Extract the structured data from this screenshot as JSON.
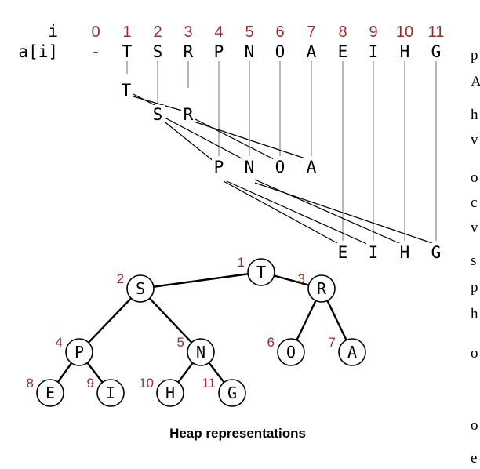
{
  "array": {
    "index_header": "i",
    "value_header": "a[i]",
    "indices": [
      "0",
      "1",
      "2",
      "3",
      "4",
      "5",
      "6",
      "7",
      "8",
      "9",
      "10",
      "11"
    ],
    "values": [
      "-",
      "T",
      "S",
      "R",
      "P",
      "N",
      "O",
      "A",
      "E",
      "I",
      "H",
      "G"
    ]
  },
  "tree_nodes": [
    {
      "index": "1",
      "key": "T"
    },
    {
      "index": "2",
      "key": "S"
    },
    {
      "index": "3",
      "key": "R"
    },
    {
      "index": "4",
      "key": "P"
    },
    {
      "index": "5",
      "key": "N"
    },
    {
      "index": "6",
      "key": "O"
    },
    {
      "index": "7",
      "key": "A"
    },
    {
      "index": "8",
      "key": "E"
    },
    {
      "index": "9",
      "key": "I"
    },
    {
      "index": "10",
      "key": "H"
    },
    {
      "index": "11",
      "key": "G"
    }
  ],
  "caption": "Heap representations",
  "margin_fragments": [
    "p",
    "A",
    "h",
    "v",
    "o",
    "c",
    "v",
    "s",
    "p",
    "h",
    "o",
    "o",
    "e"
  ],
  "colors": {
    "index": "#9b2d2a",
    "ink": "#000000",
    "guide": "#9a9a9a"
  }
}
